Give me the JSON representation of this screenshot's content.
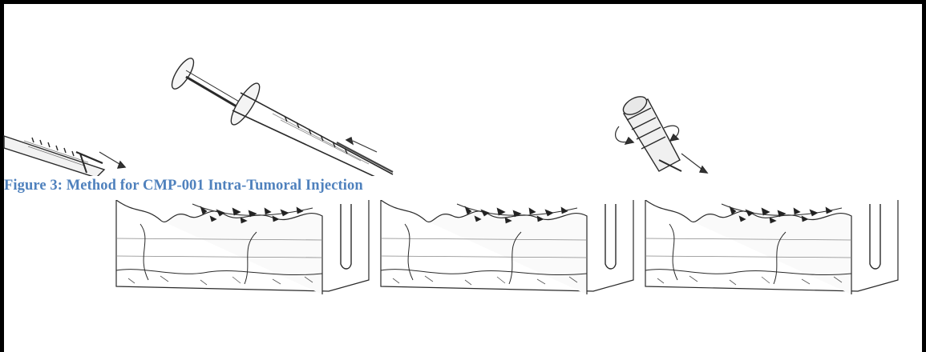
{
  "figure": {
    "caption": "Figure 3: Method for CMP-001 Intra-Tumoral Injection"
  },
  "illustrations": {
    "top_panels": [
      "syringe-filling",
      "syringe-plunger",
      "needle-attachment"
    ],
    "bottom_panels": [
      "skin-cross-section",
      "skin-cross-section",
      "skin-cross-section"
    ]
  },
  "colors": {
    "caption": "#4f81bd",
    "border": "#000000",
    "line_art": "#2a2a2a"
  }
}
